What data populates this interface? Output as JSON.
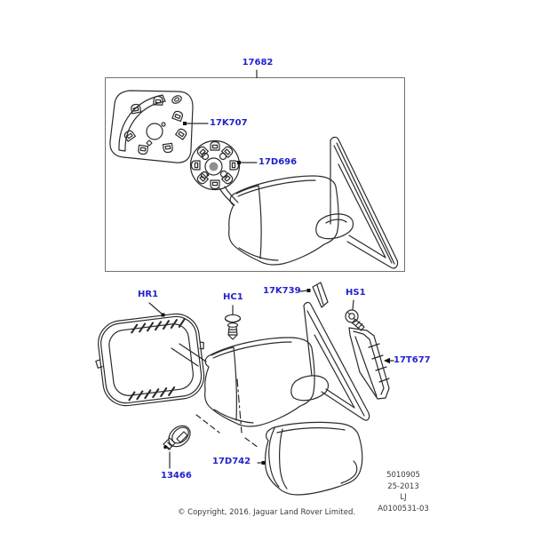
{
  "callouts": {
    "assembly": "17682",
    "mirror_glass": "17K707",
    "actuator_plate": "17D696",
    "bezel": "HR1",
    "clip_pin": "HC1",
    "gasket": "17K739",
    "screw": "HS1",
    "finisher": "17T677",
    "bulb": "13466",
    "cover_cap": "17D742"
  },
  "footer": {
    "copyright": "© Copyright, 2016. Jaguar Land Rover Limited.",
    "sheet_number": "5010905",
    "issue": "25-2013",
    "model_code": "LJ",
    "drawing_ref": "A0100531-03"
  },
  "colors": {
    "callout": "#2222cc",
    "line": "#2b2b2b",
    "box_border": "#707070",
    "footer_text": "#3a3a3a"
  }
}
